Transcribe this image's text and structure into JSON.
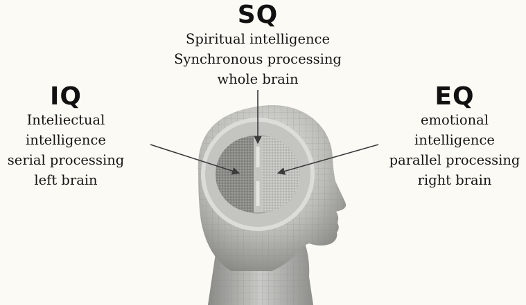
{
  "sq": {
    "heading": "SQ",
    "lines": [
      "Spiritual intelligence",
      "Synchronous processing",
      "whole brain"
    ]
  },
  "iq": {
    "heading": "IQ",
    "lines": [
      "Inteliectual",
      "intelligence",
      "serial processing",
      "left brain"
    ]
  },
  "eq": {
    "heading": "EQ",
    "lines": [
      "emotional",
      "intelligence",
      "parallel processing",
      "right brain"
    ]
  },
  "colors": {
    "background": "#fbfaf4",
    "text": "#141414",
    "ring": "#c4c4c0",
    "brain_left": "#8e8e8b",
    "brain_right": "#bdbdb9",
    "arrow": "#3a3a3a"
  }
}
